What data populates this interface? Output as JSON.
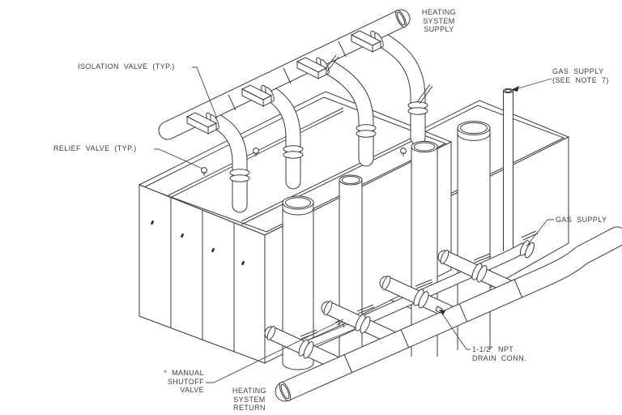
{
  "drawing": {
    "kind": "isometric-piping-installation-drawing",
    "colors": {
      "line": "#3a3a3a",
      "background": "#ffffff",
      "text": "#3d3d3d"
    },
    "labels": {
      "supply": "HEATING\nSYSTEM\nSUPPLY",
      "isolation_valve": "ISOLATION VALVE (TYP.)",
      "relief_valve": "RELIEF VALVE (TYP.)",
      "gas_supply_note": "GAS SUPPLY\n(SEE NOTE 7)",
      "gas_supply": "GAS SUPPLY",
      "drain": "1-1/2\" NPT\nDRAIN CONN.",
      "manual_shutoff": "* MANUAL\nSHUTOFF\nVALVE",
      "return": "HEATING\nSYSTEM\nRETURN"
    }
  }
}
